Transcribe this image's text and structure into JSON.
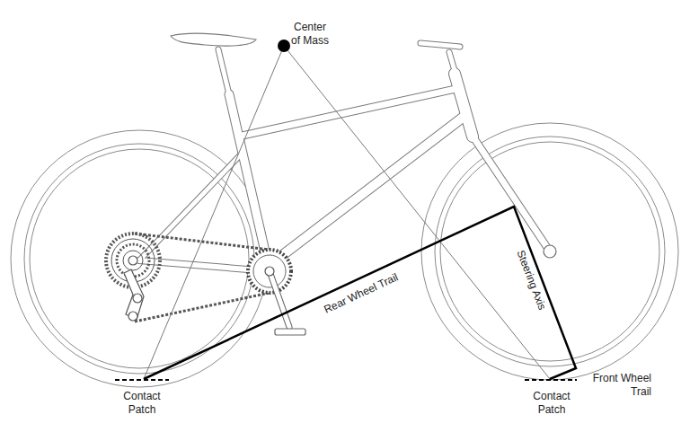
{
  "diagram": {
    "labels": [
      "Center of Mass",
      "Rear Wheel Trail",
      "Steering Axis",
      "Contact Patch",
      "Contact Patch",
      "Front Wheel Trail"
    ]
  }
}
